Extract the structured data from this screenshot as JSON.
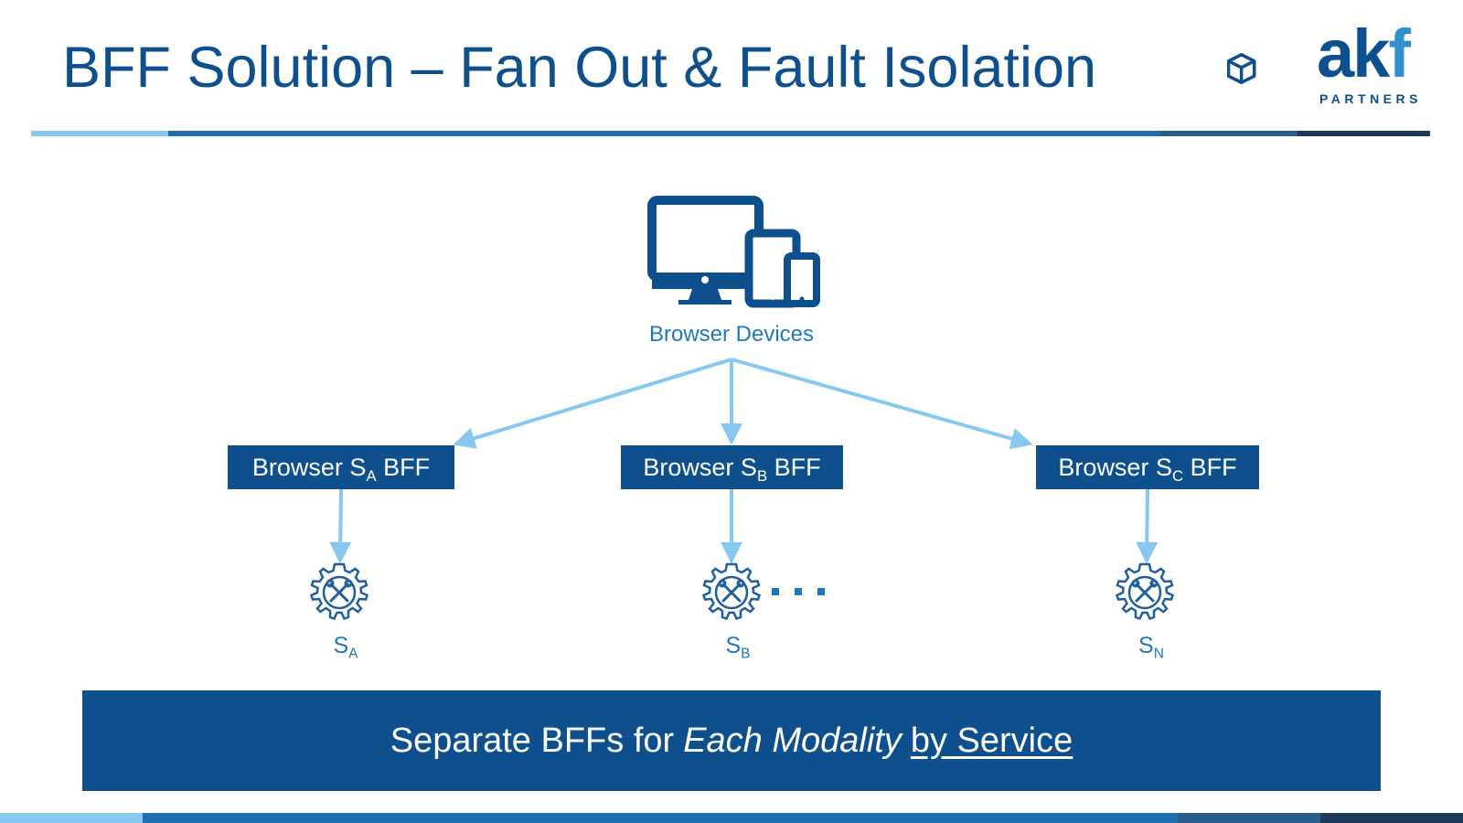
{
  "slide": {
    "title": "BFF Solution – Fan Out & Fault Isolation"
  },
  "logo": {
    "word": "ak",
    "word_accent": "f",
    "subtitle": "PARTNERS"
  },
  "diagram": {
    "client_label": "Browser Devices",
    "bffs": [
      {
        "prefix": "Browser S",
        "sub": "A",
        "suffix": " BFF"
      },
      {
        "prefix": "Browser S",
        "sub": "B",
        "suffix": " BFF"
      },
      {
        "prefix": "Browser S",
        "sub": "C",
        "suffix": " BFF"
      }
    ],
    "services": [
      {
        "base": "S",
        "sub": "A"
      },
      {
        "base": "S",
        "sub": "B"
      },
      {
        "base": "S",
        "sub": "N"
      }
    ],
    "ellipsis": "..."
  },
  "banner": {
    "text_plain": "Separate BFFs for",
    "text_italic": "Each Modality",
    "text_underline": "by Service"
  },
  "colors": {
    "primary": "#0e4f8e",
    "accent": "#1f78bd",
    "arrow": "#86c8f0",
    "rule_light": "#86c8f0",
    "rule_mid": "#1e6fb2",
    "rule_dark": "#1d3a5c"
  }
}
